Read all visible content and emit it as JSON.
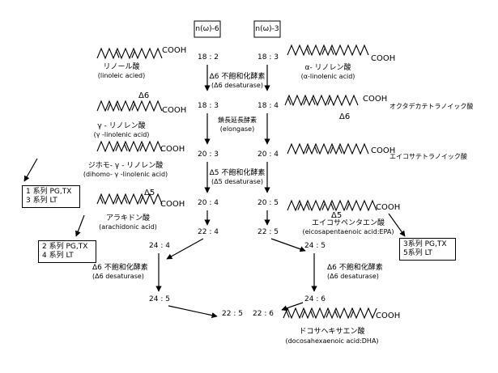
{
  "headers": {
    "n6": "n(ω)-6",
    "n3": "n(ω)-3"
  },
  "ratios": {
    "r18_2": "18 : 2",
    "r18_3_l": "18 : 3",
    "r18_3_r": "18 : 3",
    "r18_4": "18 : 4",
    "r20_3_l": "20 : 3",
    "r20_4_r": "20 : 4",
    "r20_4_l": "20 : 4",
    "r20_5_r": "20 : 5",
    "r22_4": "22 : 4",
    "r22_5_r": "22 : 5",
    "r24_4": "24 : 4",
    "r24_5_r": "24 : 5",
    "r24_5_l": "24 : 5",
    "r22_5_l": "22 : 5",
    "r24_6": "24 : 6",
    "r22_6": "22 : 6"
  },
  "cooh": "COOH",
  "delta_marks": {
    "d6a": "Δ6",
    "d6b": "Δ6",
    "d5a": "Δ5",
    "d5b": "Δ5"
  },
  "compounds": {
    "linoleic_jp": "リノール酸",
    "linoleic_en": "(linoleic acied)",
    "alinolenic_jp": "α- リノレン酸",
    "alinolenic_en": "(α-linolenic acid)",
    "glinolenic_jp": "γ - リノレン酸",
    "glinolenic_en": "(γ -linolenic acid)",
    "octadeca_jp": "オクタデカテトラノイック酸",
    "dihomo_jp": "ジホモ- γ - リノレン酸",
    "dihomo_en": "(dihomo- γ -linolenic acid)",
    "eicosatetra_jp": "エイコサテトラノイック酸",
    "arachidonic_jp": "アラキドン酸",
    "arachidonic_en": "(arachidonic acid)",
    "epa_jp": "エイコサペンタエン酸",
    "epa_en": "(eicosapentaenoic acid:EPA)",
    "dha_jp": "ドコサヘキサエン酸",
    "dha_en": "(docosahexaenoic acid:DHA)"
  },
  "enzymes": {
    "d6_jp": "Δ6 不飽和化酵素",
    "d6_en": "(Δ6 desaturase)",
    "elong_jp": "鎖長延長酵素",
    "elong_en": "(elongase)",
    "d5_jp": "Δ5 不飽和化酵素",
    "d5_en": "(Δ5 desaturase)",
    "d6b_jp": "Δ6 不飽和化酵素",
    "d6b_en": "(Δ6 desaturase)",
    "d6c_jp": "Δ6 不飽和化酵素",
    "d6c_en": "(Δ6 desaturase)"
  },
  "boxes": {
    "box1_l1": "1 系列 PG,TX",
    "box1_l2": "3 系列 LT",
    "box2_l1": "2 系列 PG,TX",
    "box2_l2": "4 系列 LT",
    "box3_l1": "3系列 PG,TX",
    "box3_l2": "5系列 LT"
  }
}
